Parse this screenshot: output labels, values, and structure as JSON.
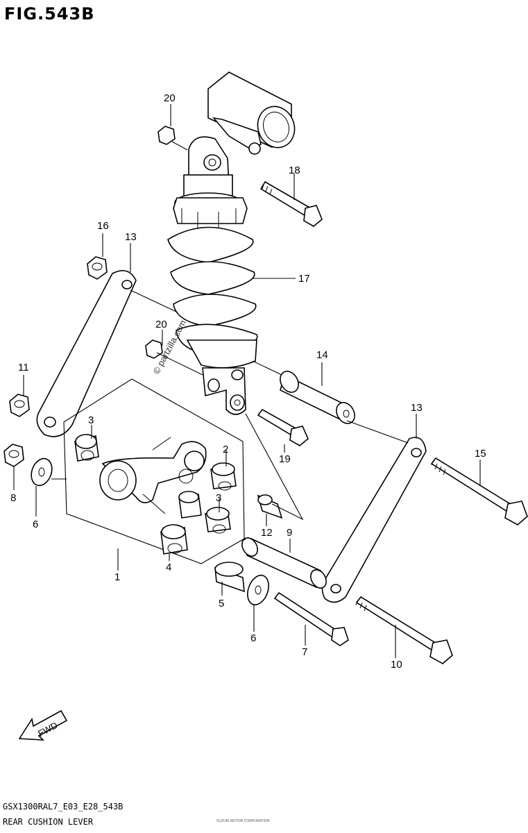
{
  "figure": {
    "title": "FIG.543B",
    "model_code": "GSX1300RAL7_E03_E28_543B",
    "caption": "REAR CUSHION LEVER",
    "watermark": "© partzilla.com",
    "fwd_label": "FWD",
    "fine_print": "SUZUKI MOTOR CORPORATION"
  },
  "callouts": [
    "1",
    "2",
    "3",
    "3",
    "4",
    "5",
    "6",
    "6",
    "7",
    "8",
    "9",
    "10",
    "11",
    "12",
    "13",
    "13",
    "14",
    "15",
    "16",
    "17",
    "18",
    "19",
    "20",
    "20"
  ]
}
